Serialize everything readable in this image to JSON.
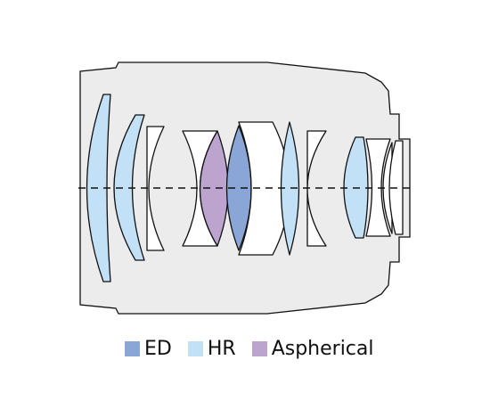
{
  "diagram": {
    "kind": "lens-construction",
    "colors": {
      "barrel_fill": "#ececec",
      "outline": "#111111",
      "plain_glass": "#ffffff",
      "ed": "#89a6d6",
      "hr": "#c2e0f6",
      "aspherical": "#bda4cf"
    },
    "elements": [
      {
        "id": 1,
        "type": "HR"
      },
      {
        "id": 2,
        "type": "HR"
      },
      {
        "id": 3,
        "type": "plain"
      },
      {
        "id": 4,
        "type": "plain"
      },
      {
        "id": 5,
        "type": "Aspherical"
      },
      {
        "id": 6,
        "type": "ED"
      },
      {
        "id": 7,
        "type": "plain"
      },
      {
        "id": 8,
        "type": "HR"
      },
      {
        "id": 9,
        "type": "plain"
      },
      {
        "id": 10,
        "type": "HR"
      },
      {
        "id": 11,
        "type": "plain"
      },
      {
        "id": 12,
        "type": "plain"
      },
      {
        "id": 13,
        "type": "plain"
      }
    ]
  },
  "legend": {
    "items": [
      {
        "label": "ED",
        "color": "#89a6d6"
      },
      {
        "label": "HR",
        "color": "#c2e0f6"
      },
      {
        "label": "Aspherical",
        "color": "#bda4cf"
      }
    ]
  }
}
